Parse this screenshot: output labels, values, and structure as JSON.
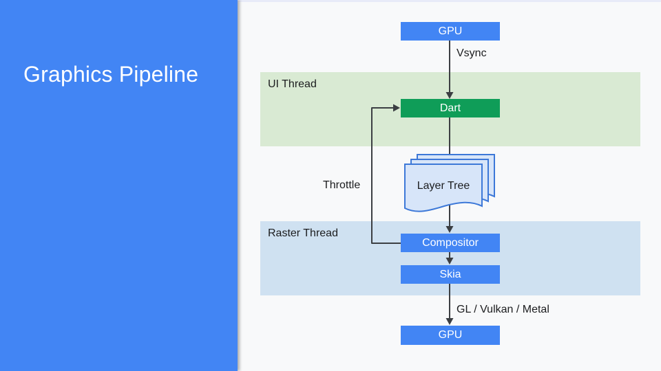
{
  "title": "Graphics Pipeline",
  "diagram": {
    "bands": [
      {
        "label": "UI Thread"
      },
      {
        "label": "Raster Thread"
      }
    ],
    "nodes": [
      {
        "label": "GPU"
      },
      {
        "label": "Dart"
      },
      {
        "label": "Compositor"
      },
      {
        "label": "Skia"
      },
      {
        "label": "GPU"
      }
    ],
    "document": {
      "label": "Layer Tree"
    },
    "edges": [
      {
        "label": "Vsync"
      },
      {
        "label": "Throttle"
      },
      {
        "label": "GL / Vulkan / Metal"
      }
    ]
  },
  "colors": {
    "accent_blue": "#4285F4",
    "node_green": "#0F9D58",
    "band_green": "#D9EAD3",
    "band_blue": "#CFE1F1",
    "doc_fill": "#D7E5F9",
    "doc_border": "#3C78D8",
    "arrow": "#3B3E42",
    "background": "#F8F9FA"
  }
}
